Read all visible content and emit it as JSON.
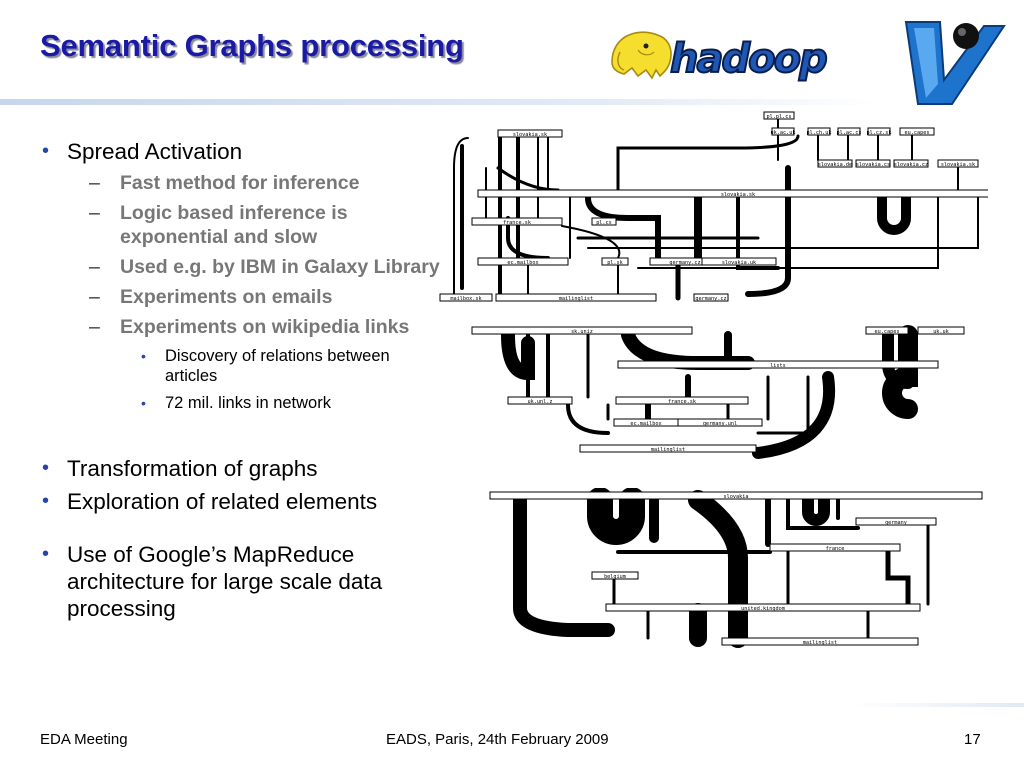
{
  "slide": {
    "title": "Semantic Graphs processing",
    "logo_text": "hadoop",
    "bullets": [
      {
        "text": "Spread Activation",
        "sub": [
          {
            "text": "Fast method for inference"
          },
          {
            "text": "Logic based inference is exponential and slow"
          },
          {
            "text": "Used e.g. by IBM in Galaxy Library"
          },
          {
            "text": "Experiments on emails"
          },
          {
            "text": "Experiments on wikipedia links",
            "sub": [
              "Discovery of relations between articles",
              "72 mil. links in network"
            ]
          }
        ]
      },
      {
        "text": "Transformation of graphs"
      },
      {
        "text": "Exploration of related elements"
      },
      {
        "text": "Use of Google’s MapReduce architecture for large scale data processing"
      }
    ],
    "graphs": {
      "top": {
        "nodes": [
          "pl.pl.cs",
          "uk.ac.uk",
          "pl.ch.uk",
          "pl.ac.cs",
          "pl.cz.sk",
          "eu.capes",
          "slovakia.sk",
          "slovakia.de",
          "slovakia.cs",
          "slovakia.cz",
          "slovakia.sk",
          "slovakia.sk",
          "france.sk",
          "pl.cs",
          "pl.sk",
          "ec.mailbox",
          "germany.cz",
          "slovakia.uk",
          "mailbox.sk",
          "mailinglist",
          "germany.cz"
        ]
      },
      "middle": {
        "nodes": [
          "sk.uniz",
          "eu.capes",
          "uk.uk",
          "lists",
          "uk.unl.z",
          "france.sk",
          "ec.mailbox",
          "germany.unl",
          "mailinglist"
        ]
      },
      "bottom": {
        "nodes": [
          "slovakia",
          "germany",
          "france",
          "belgium",
          "united.kingdom",
          "mailinglist"
        ]
      }
    },
    "footer": {
      "left": "EDA Meeting",
      "center": "EADS, Paris, 24th February 2009",
      "page": "17"
    }
  }
}
